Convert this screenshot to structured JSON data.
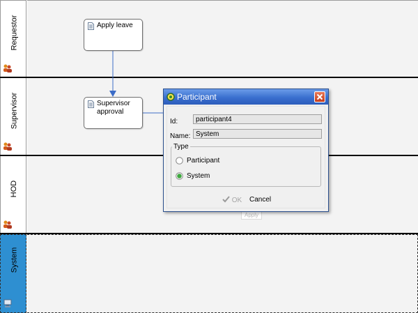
{
  "lanes": [
    {
      "label": "Requestor",
      "icon": "people-icon"
    },
    {
      "label": "Supervisor",
      "icon": "people-icon"
    },
    {
      "label": "HOD",
      "icon": "people-icon"
    },
    {
      "label": "System",
      "icon": "computer-icon"
    }
  ],
  "nodes": {
    "apply_leave": "Apply leave",
    "supervisor_approval_line1": "Supervisor",
    "supervisor_approval_line2": "approval"
  },
  "dialog": {
    "title": "Participant",
    "id_label": "Id:",
    "id_value": "participant4",
    "name_label": "Name:",
    "name_value": "System",
    "type_legend": "Type",
    "options": [
      "Participant",
      "System"
    ],
    "selected_option": "System",
    "ok_label": "OK",
    "cancel_label": "Cancel"
  },
  "hint": {
    "apply_label": "Apply"
  },
  "colors": {
    "lane_body": "#f3f3f3",
    "system_header": "#2e8fd1",
    "dialog_title": "#3a6fcf",
    "radio_selected": "#3fa83f"
  }
}
